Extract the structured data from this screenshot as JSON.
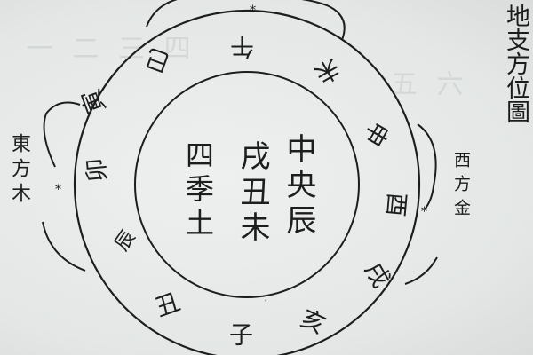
{
  "title": "地支方位圖",
  "side_labels": {
    "east": "東方木",
    "west": "西方金"
  },
  "outer_ring": [
    "巳",
    "午",
    "未",
    "申",
    "酉",
    "戌",
    "亥",
    "子",
    "丑",
    "寅",
    "卯",
    "辰"
  ],
  "center": {
    "column_right": "中央辰",
    "column_middle": "戌丑未",
    "column_left": "四季土"
  },
  "colors": {
    "ink": "#1d1d1d",
    "paper": "#e9ebea"
  }
}
